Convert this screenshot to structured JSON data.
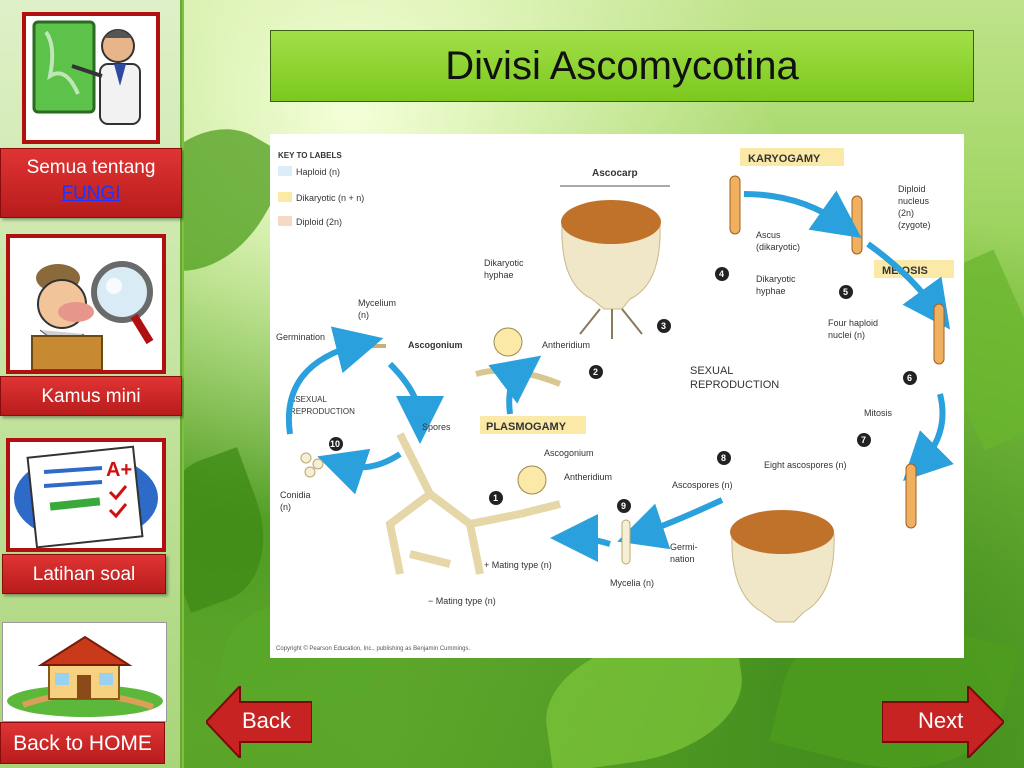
{
  "title": "Divisi Ascomycotina",
  "sidebar": {
    "item1_line1": "Semua tentang",
    "item1_link": "FUNGI",
    "item2": "Kamus mini",
    "item3": "Latihan  soal",
    "home": "Back to HOME"
  },
  "nav": {
    "back": "Back",
    "next": "Next"
  },
  "diagram": {
    "key_title": "KEY TO LABELS",
    "key_haploid": "Haploid (n)",
    "key_dikaryotic": "Dikaryotic (n + n)",
    "key_diploid": "Diploid (2n)",
    "ascocarp": "Ascocarp",
    "karyogamy": "KARYOGAMY",
    "diploid_nucleus_1": "Diploid",
    "diploid_nucleus_2": "nucleus",
    "diploid_nucleus_3": "(2n)",
    "diploid_nucleus_4": "(zygote)",
    "ascus_1": "Ascus",
    "ascus_2": "(dikaryotic)",
    "dik_hyphae_1": "Dikaryotic",
    "dik_hyphae_2": "hyphae",
    "dik_hyphae_left_1": "Dikaryotic",
    "dik_hyphae_left_2": "hyphae",
    "meiosis": "MEIOSIS",
    "four_haploid_1": "Four haploid",
    "four_haploid_2": "nuclei (n)",
    "mycelium_1": "Mycelium",
    "mycelium_2": "(n)",
    "germination": "Germination",
    "ascogonium": "Ascogonium",
    "antheridium": "Antheridium",
    "sexual_1": "SEXUAL",
    "sexual_2": "REPRODUCTION",
    "asexual_1": "ASEXUAL",
    "asexual_2": "REPRODUCTION",
    "spores": "Spores",
    "plasmogamy": "PLASMOGAMY",
    "mitosis": "Mitosis",
    "eight_ascospores": "Eight ascospores (n)",
    "ascogonium_2": "Ascogonium",
    "antheridium_2": "Antheridium",
    "conidia_1": "Conidia",
    "conidia_2": "(n)",
    "ascospores": "Ascospores (n)",
    "germ_nation_1": "Germi-",
    "germ_nation_2": "nation",
    "mating_plus": "+ Mating type (n)",
    "mating_minus": "− Mating type (n)",
    "mycelia": "Mycelia (n)",
    "copyright": "Copyright © Pearson Education, Inc., publishing as Benjamin Cummings.",
    "step1": "1",
    "step2": "2",
    "step3": "3",
    "step4": "4",
    "step5": "5",
    "step6": "6",
    "step7": "7",
    "step8": "8",
    "step9": "9",
    "step10": "10"
  },
  "colors": {
    "sidebar_button": "#c82323",
    "title_bg": "#8fd432",
    "arrow": "#2aa0dc",
    "label_box": "#fbe9a8",
    "haploid": "#dbeef7"
  }
}
